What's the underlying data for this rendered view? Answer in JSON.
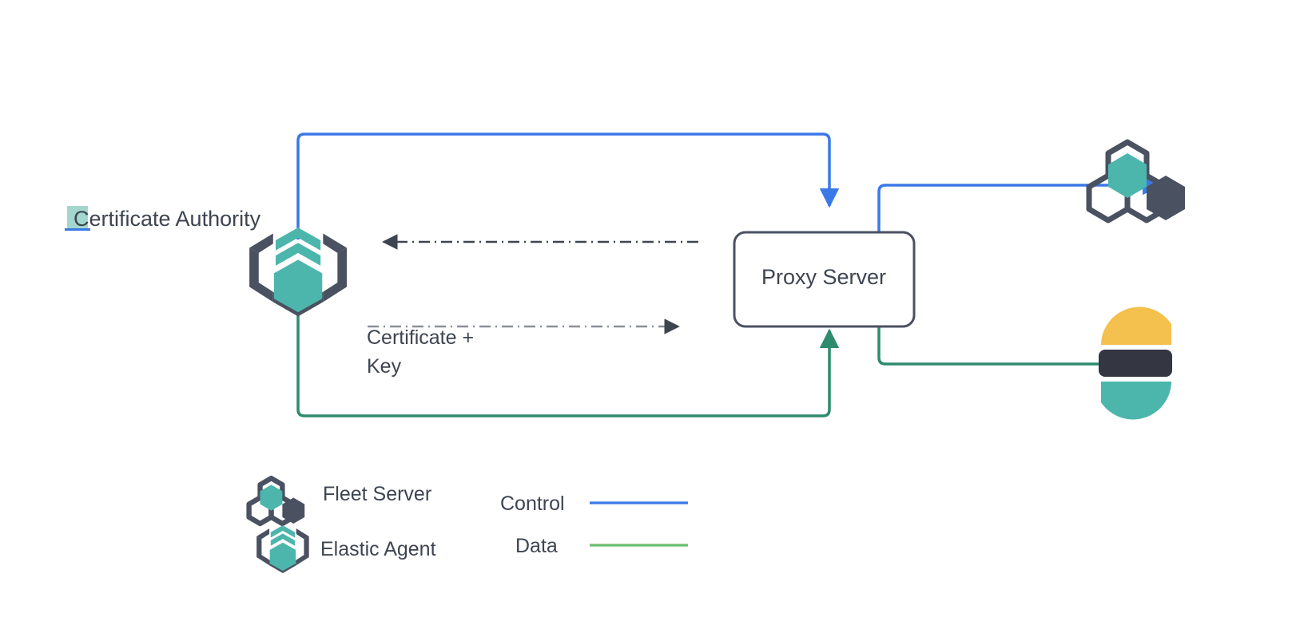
{
  "diagram": {
    "title": "Elastic Agent proxy server certificate flow",
    "colors": {
      "control_line": "#3b78e7",
      "data_line": "#2e8b6e",
      "legend_data_line": "#6dbf6d",
      "dashed_dark": "#3d4551",
      "dashed_gray": "#8a8f98",
      "node_stroke": "#4a5160",
      "node_fill": "#ffffff",
      "text": "#3d4551",
      "icon_teal": "#4db6ac",
      "icon_dark": "#4a5160",
      "elastic_yellow": "#f4c košice"
    },
    "nodes": [
      {
        "id": "certificate-authority",
        "label": "Certificate Authority",
        "icon": "elastic-agent-icon"
      },
      {
        "id": "proxy-server",
        "label": "Proxy Server",
        "shape": "rounded-rectangle"
      },
      {
        "id": "fleet-server",
        "label": "",
        "icon": "fleet-server-icon"
      },
      {
        "id": "elasticsearch",
        "label": "",
        "icon": "elasticsearch-icon"
      }
    ],
    "edges": [
      {
        "id": "control-agent-to-proxy",
        "from": "certificate-authority",
        "to": "proxy-server",
        "type": "control",
        "style": "solid",
        "label": ""
      },
      {
        "id": "control-proxy-to-fleet",
        "from": "proxy-server",
        "to": "fleet-server",
        "type": "control",
        "style": "solid",
        "label": ""
      },
      {
        "id": "data-agent-to-proxy",
        "from": "certificate-authority",
        "to": "proxy-server",
        "type": "data",
        "style": "solid",
        "label": ""
      },
      {
        "id": "data-proxy-to-elasticsearch",
        "from": "proxy-server",
        "to": "elasticsearch",
        "type": "data",
        "style": "solid",
        "label": ""
      },
      {
        "id": "request-proxy-to-ca",
        "from": "proxy-server",
        "to": "certificate-authority",
        "type": "dashed-dark",
        "style": "dash-dot",
        "label": ""
      },
      {
        "id": "certificate-key-ca-to-proxy",
        "from": "certificate-authority",
        "to": "proxy-server",
        "type": "dashed-gray",
        "style": "dash-dot",
        "label": "Certificate +\nKey",
        "label_line1": "Certificate +",
        "label_line2": "Key"
      }
    ]
  },
  "labels": {
    "certificate_authority": "Certificate Authority",
    "proxy_server": "Proxy Server",
    "certificate_key_line1": "Certificate +",
    "certificate_key_line2": "Key"
  },
  "legend": {
    "icon_items": [
      {
        "id": "fleet-server",
        "label": "Fleet Server",
        "icon": "fleet-server-icon"
      },
      {
        "id": "elastic-agent",
        "label": "Elastic Agent",
        "icon": "elastic-agent-icon"
      }
    ],
    "line_items": [
      {
        "id": "control",
        "label": "Control",
        "color": "#3b78e7"
      },
      {
        "id": "data",
        "label": "Data",
        "color": "#6dbf6d"
      }
    ]
  }
}
